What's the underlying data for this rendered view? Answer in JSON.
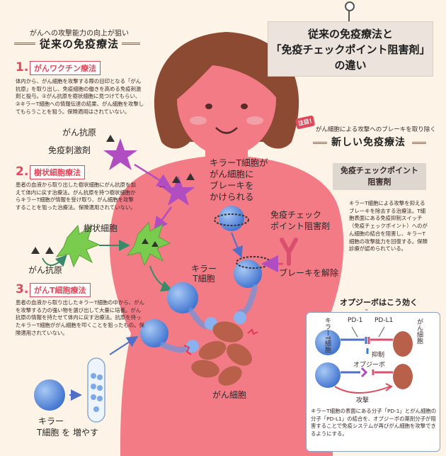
{
  "header": {
    "subtitle": "がんへの攻撃能力の向上が狙い",
    "title": "従来の免疫療法",
    "headline_lines": [
      "従来の免疫療法と",
      "「免疫チェックポイント阻害剤」",
      "の違い"
    ]
  },
  "therapies": [
    {
      "number": "1.",
      "name": "がんワクチン療法",
      "desc": "体内から、がん細胞を攻撃する際の目印となる「がん抗原」を取り出し、免疫細胞の働きを高める免疫刺激剤と投与。①がん抗原を樹状細胞に見つけてもらい、②キラーT細胞への情報伝達の結果、がん細胞を攻撃してもらうことを狙う。保険適用はされていない。"
    },
    {
      "number": "2.",
      "name": "樹状細胞療法",
      "desc": "患者の血液から取り出した樹状細胞にがん抗原を加えて体内に戻す治療法。がん抗原を持つ樹状細胞からキラーT細胞が情報を受け取り、がん細胞を攻撃することを狙った治療法。保険適用されていない。"
    },
    {
      "number": "3.",
      "name": "がんT細胞療法",
      "desc": "患者の血液から取り出したキラーT細胞の中から、がんを攻撃する力の強い物を選び出して大量に培養。がん抗原の情報を持たせて体内に戻す治療法。抗原を持ったキラーT細胞ががん細胞を叩くことを狙ったもの。保険適用されていない。"
    }
  ],
  "labels": {
    "antigen_top": "がん抗原",
    "stimulant": "免疫刺激剤",
    "dendritic": "樹状細胞",
    "antigen_bottom": "がん抗原",
    "killer_t_center": [
      "キラー",
      "T細胞"
    ],
    "killer_t_bottom": [
      "キラー",
      "T細胞 を 増やす"
    ],
    "cancer_cells": "がん細胞",
    "brake_note": [
      "キラーT細胞が",
      "がん細胞に",
      "ブレーキを",
      "かけられる"
    ],
    "inhibitor": [
      "免疫チェック",
      "ポイント阻害剤"
    ],
    "release": "ブレーキを解除"
  },
  "new_therapy": {
    "attention": "注目!",
    "subtitle": "がん細胞による攻撃へのブレーキを取り除く",
    "title": "新しい免疫療法",
    "box_title": [
      "免疫チェックポイント",
      "阻害剤"
    ],
    "desc": "キラーT細胞による攻撃を抑えるブレーキを除去する治療法。T細胞表面にある免疫抑制スイッチ（免疫チェックポイント）へのがん細胞の結合を阻害し、キラーT細胞の攻撃能力を回復する。保険診療が認められている。"
  },
  "opdivo": {
    "title": "オプジーボはこう効く",
    "t_cell_label": "キラーT細胞",
    "pd1": "PD-1",
    "pdl1": "PD-L1",
    "cancer_label": "がん細胞",
    "suppress": "抑制",
    "opdivo_label": "オプジーボ",
    "attack": "攻撃",
    "caption": "キラーT細胞の表面にある分子「PD-1」とがん細胞の分子「PD-L1」の結合を、オプジーボの薬剤分子が阻害することで免疫システムが再びがん細胞を攻撃できるようにする。"
  },
  "colors": {
    "accent": "#e0495b",
    "body": "#f27b86",
    "hair": "#8c4a32",
    "dendritic": "#7acc4e",
    "tcell": "#5b8fe0",
    "cancer": "#b8604a",
    "stimulant": "#b04dc0",
    "inhibitor": "#d9506e"
  }
}
